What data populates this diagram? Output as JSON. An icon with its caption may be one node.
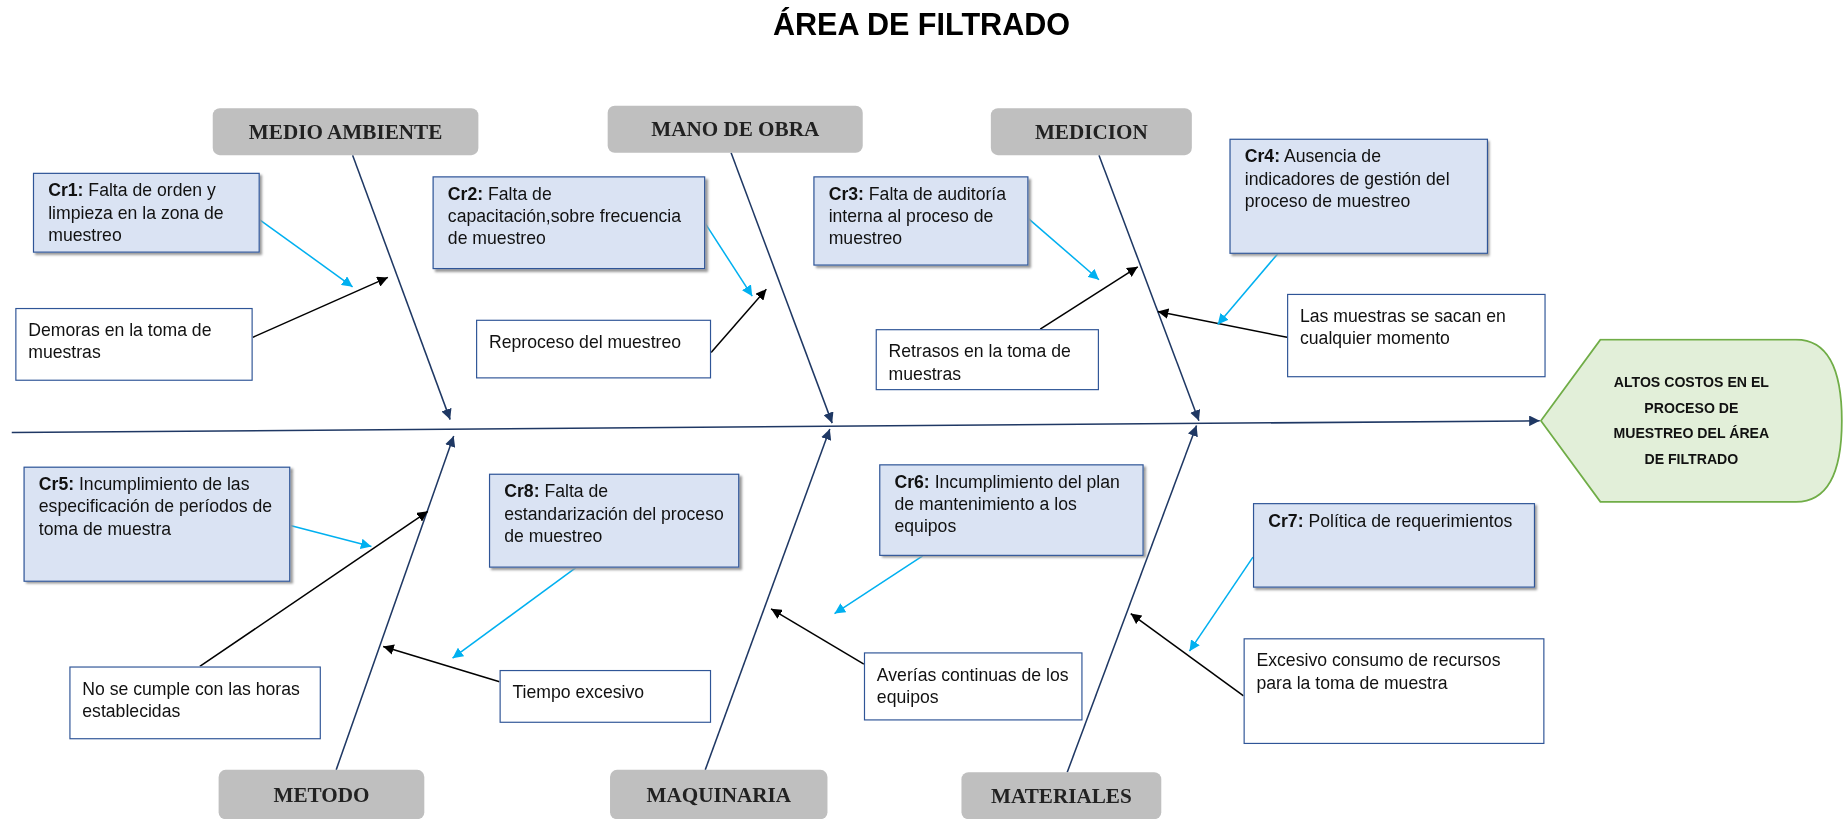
{
  "diagram": {
    "title": "ÁREA DE FILTRADO",
    "nodes": [
      {
        "text": [
          "MEDIO AMBIENTE"
        ]
      },
      {
        "text": [
          "MANO DE OBRA"
        ]
      },
      {
        "text": [
          "MEDICION"
        ]
      },
      {
        "text": [
          "Cr1:",
          "Falta de orden y limpieza en la zona de muestreo"
        ]
      },
      {
        "text": [
          "Cr2:",
          "Falta de capacitación,sobre frecuencia de muestreo"
        ]
      },
      {
        "text": [
          "Cr3:",
          "Falta de auditoría interna al proceso de muestreo"
        ]
      },
      {
        "text": [
          "Cr4:",
          "Ausencia de indicadores de gestión del proceso de muestreo"
        ]
      },
      {
        "text": [
          "Demoras en la toma de muestras"
        ]
      },
      {
        "text": [
          "Reproceso del muestreo"
        ]
      },
      {
        "text": [
          "Retrasos en la toma de muestras"
        ]
      },
      {
        "text": [
          "Las muestras se sacan en cualquier momento"
        ]
      },
      {
        "text": [
          "ALTOS COSTOS EN EL PROCESO DE MUESTREO DEL ÁREA DE FILTRADO"
        ]
      },
      {
        "text": [
          "Cr5:",
          "Incumplimiento de las especificación de períodos de toma de muestra"
        ]
      },
      {
        "text": [
          "Cr8:",
          "Falta de estandarización del proceso de muestreo"
        ]
      },
      {
        "text": [
          "Cr6:",
          "Incumplimiento del plan de mantenimiento a los equipos"
        ]
      },
      {
        "text": [
          "Cr7:",
          "Política de requerimientos"
        ]
      },
      {
        "text": [
          "No se cumple con las horas establecidas"
        ]
      },
      {
        "text": [
          "Tiempo excesivo"
        ]
      },
      {
        "text": [
          "Averías continuas de los equipos"
        ]
      },
      {
        "text": [
          "Excesivo consumo de recursos para la toma de muestra"
        ]
      },
      {
        "text": [
          "METODO"
        ]
      },
      {
        "text": [
          "MAQUINARIA"
        ]
      },
      {
        "text": [
          "MATERIALES"
        ]
      }
    ],
    "edges": [
      {
        "from": null,
        "to": 11,
        "arrow": "to",
        "color": "#1f3864"
      },
      {
        "from": 0,
        "to": null,
        "arrow": "to",
        "color": "#1f3864"
      },
      {
        "from": 1,
        "to": null,
        "arrow": "to",
        "color": "#1f3864"
      },
      {
        "from": 2,
        "to": null,
        "arrow": "to",
        "color": "#1f3864"
      },
      {
        "from": 20,
        "to": null,
        "arrow": "to",
        "color": "#1f3864"
      },
      {
        "from": 21,
        "to": null,
        "arrow": "to",
        "color": "#1f3864"
      },
      {
        "from": 22,
        "to": null,
        "arrow": "to",
        "color": "#1f3864"
      },
      {
        "from": 7,
        "to": null,
        "arrow": "to",
        "color": "#000000"
      },
      {
        "from": 3,
        "to": null,
        "arrow": "to",
        "color": "#00b0f0"
      },
      {
        "from": 8,
        "to": null,
        "arrow": "to",
        "color": "#000000"
      },
      {
        "from": 4,
        "to": null,
        "arrow": "to",
        "color": "#00b0f0"
      },
      {
        "from": 9,
        "to": null,
        "arrow": "to",
        "color": "#000000"
      },
      {
        "from": 5,
        "to": null,
        "arrow": "to",
        "color": "#00b0f0"
      },
      {
        "from": 10,
        "to": null,
        "arrow": "to",
        "color": "#000000"
      },
      {
        "from": 6,
        "to": null,
        "arrow": "to",
        "color": "#00b0f0"
      },
      {
        "from": 16,
        "to": null,
        "arrow": "to",
        "color": "#000000"
      },
      {
        "from": 12,
        "to": null,
        "arrow": "to",
        "color": "#00b0f0"
      },
      {
        "from": 17,
        "to": null,
        "arrow": "to",
        "color": "#000000"
      },
      {
        "from": 13,
        "to": null,
        "arrow": "to",
        "color": "#00b0f0"
      },
      {
        "from": 18,
        "to": null,
        "arrow": "to",
        "color": "#000000"
      },
      {
        "from": 14,
        "to": null,
        "arrow": "to",
        "color": "#00b0f0"
      },
      {
        "from": 19,
        "to": null,
        "arrow": "to",
        "color": "#000000"
      },
      {
        "from": 15,
        "to": null,
        "arrow": "to",
        "color": "#00b0f0"
      }
    ]
  }
}
